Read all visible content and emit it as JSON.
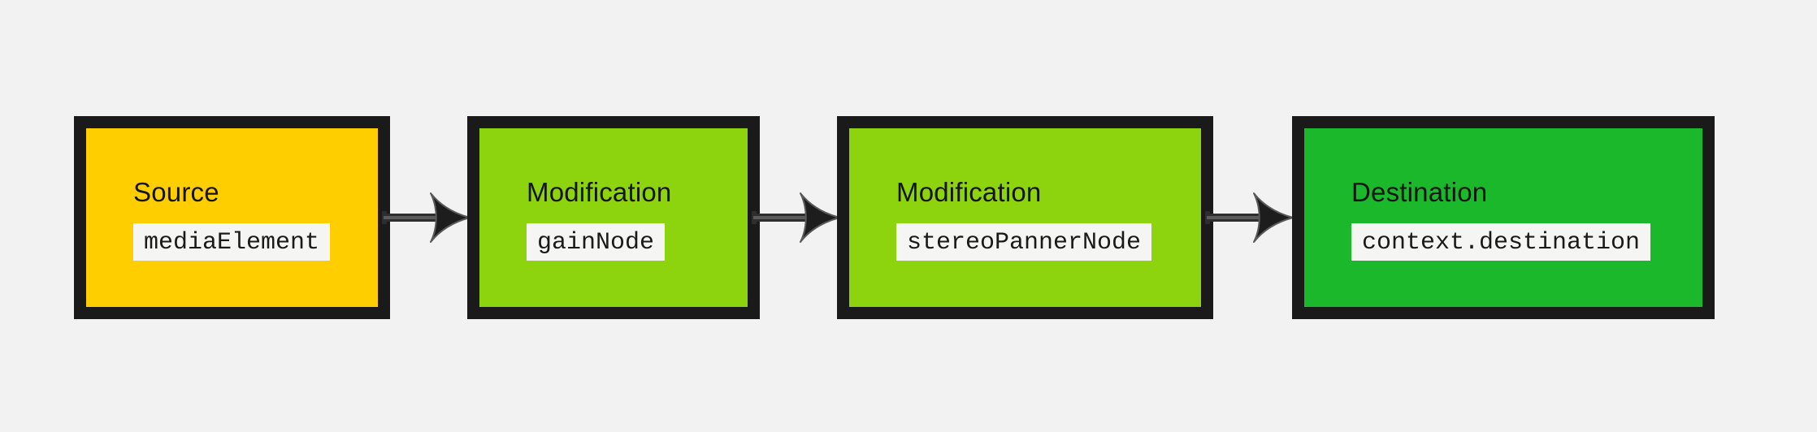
{
  "diagram": {
    "description": "Audio node graph flowing left to right",
    "nodes": [
      {
        "id": "source",
        "label": "Source",
        "code": "mediaElement",
        "fill": "#ffce00"
      },
      {
        "id": "modification-1",
        "label": "Modification",
        "code": "gainNode",
        "fill": "#8dd40f"
      },
      {
        "id": "modification-2",
        "label": "Modification",
        "code": "stereoPannerNode",
        "fill": "#8dd40f"
      },
      {
        "id": "destination",
        "label": "Destination",
        "code": "context.destination",
        "fill": "#1bb82b"
      }
    ],
    "connections": [
      {
        "from": "source",
        "to": "modification-1"
      },
      {
        "from": "modification-1",
        "to": "modification-2"
      },
      {
        "from": "modification-2",
        "to": "destination"
      }
    ]
  },
  "colors": {
    "background": "#f1f2f1",
    "node_border": "#1a1a1a",
    "label_text": "#151515",
    "code_text": "#1a1a1a",
    "code_background": "#f5f5f3",
    "arrow": "#2e2e2e"
  }
}
